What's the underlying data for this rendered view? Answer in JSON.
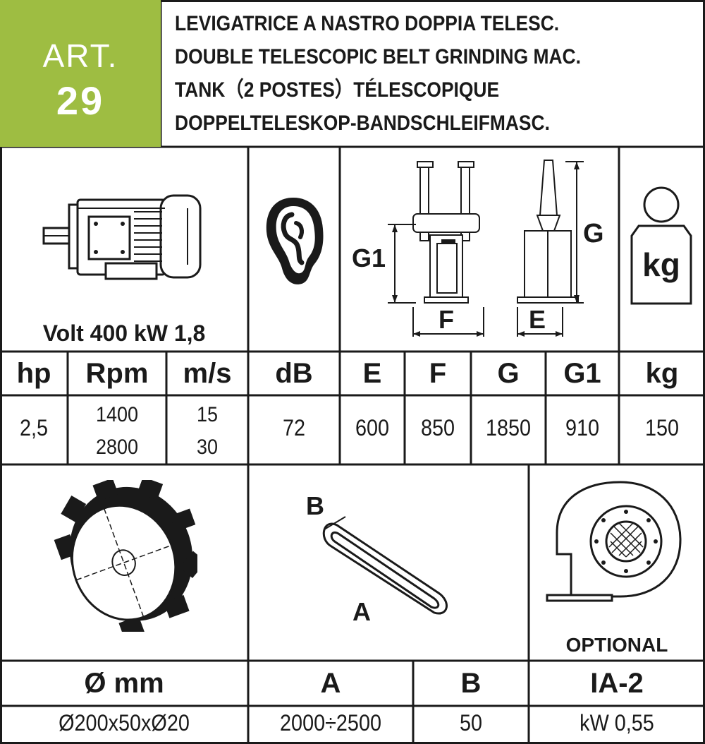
{
  "article": {
    "label": "ART.",
    "number": "29"
  },
  "titles": [
    "LEVIGATRICE A NASTRO DOPPIA TELESC.",
    "DOUBLE TELESCOPIC BELT GRINDING MAC.",
    "TANK（2 POSTES）TÉLESCOPIQUE",
    "DOPPELTELESKOP-BANDSCHLEIFMASC."
  ],
  "motor": {
    "power_text": "Volt 400 kW 1,8"
  },
  "dimension_labels": {
    "g1": "G1",
    "f": "F",
    "g": "G",
    "e": "E"
  },
  "weight_icon_label": "kg",
  "specs_table": {
    "headers": [
      "hp",
      "Rpm",
      "m/s",
      "dB",
      "E",
      "F",
      "G",
      "G1",
      "kg"
    ],
    "values": {
      "hp": "2,5",
      "rpm": [
        "1400",
        "2800"
      ],
      "ms": [
        "15",
        "30"
      ],
      "db": "72",
      "e": "600",
      "f": "850",
      "g": "1850",
      "g1": "910",
      "kg": "150"
    }
  },
  "belt_labels": {
    "b": "B",
    "a": "A"
  },
  "optional_label": "OPTIONAL",
  "accessory_table": {
    "headers": [
      "Ø mm",
      "A",
      "B",
      "IA-2"
    ],
    "values": [
      "Ø200x50xØ20",
      "2000÷2500",
      "50",
      "kW 0,55"
    ]
  }
}
